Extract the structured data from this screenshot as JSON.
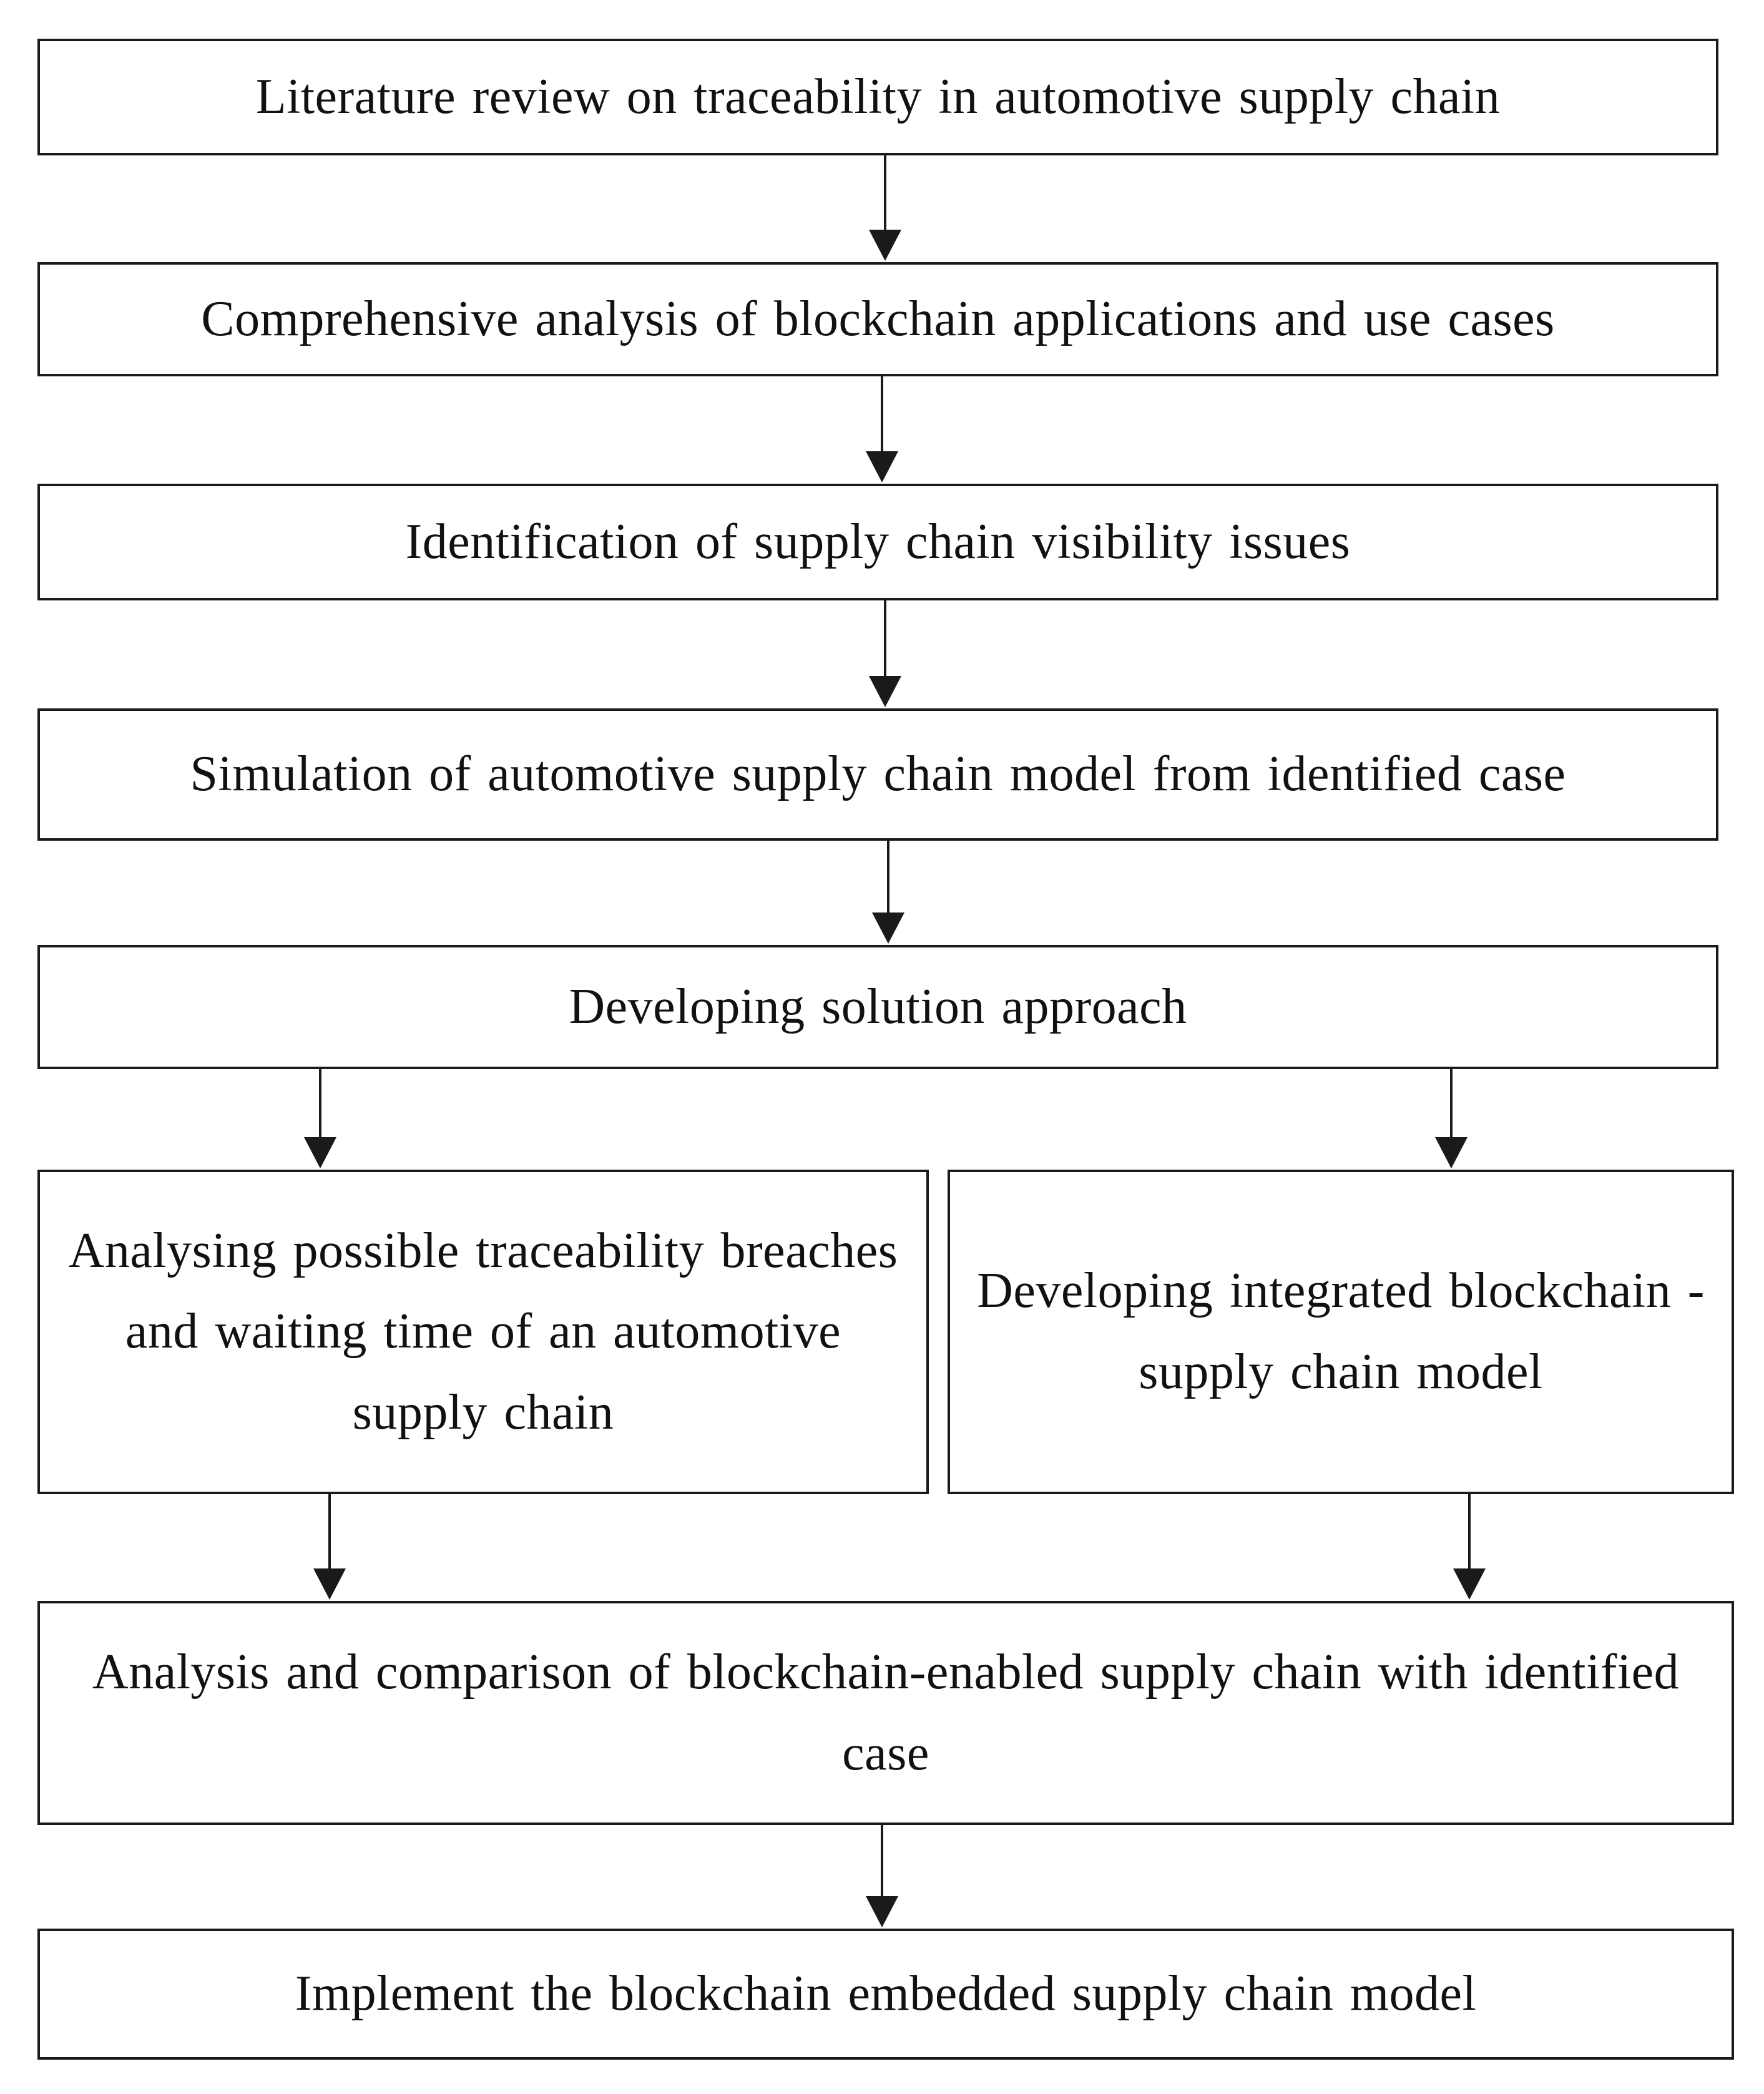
{
  "diagram": {
    "steps": [
      {
        "id": "b1",
        "text": "Literature review on traceability in automotive supply chain"
      },
      {
        "id": "b2",
        "text": "Comprehensive analysis of blockchain applications and use cases"
      },
      {
        "id": "b3",
        "text": "Identification of supply chain visibility issues"
      },
      {
        "id": "b4",
        "text": "Simulation of automotive supply chain model from identified case"
      },
      {
        "id": "b5",
        "text": "Developing solution approach"
      },
      {
        "id": "b6",
        "text": "Analysing possible traceability breaches and waiting time of an automotive supply chain"
      },
      {
        "id": "b7",
        "text": "Developing integrated blockchain - supply chain model"
      },
      {
        "id": "b8",
        "text": "Analysis and comparison of blockchain-enabled supply chain with identified case"
      },
      {
        "id": "b9",
        "text": "Implement the blockchain embedded supply chain model"
      }
    ],
    "connections": [
      {
        "from": "b1",
        "to": "b2"
      },
      {
        "from": "b2",
        "to": "b3"
      },
      {
        "from": "b3",
        "to": "b4"
      },
      {
        "from": "b4",
        "to": "b5"
      },
      {
        "from": "b5",
        "to": "b6"
      },
      {
        "from": "b5",
        "to": "b7"
      },
      {
        "from": "b6",
        "to": "b8"
      },
      {
        "from": "b7",
        "to": "b8"
      },
      {
        "from": "b8",
        "to": "b9"
      }
    ]
  }
}
